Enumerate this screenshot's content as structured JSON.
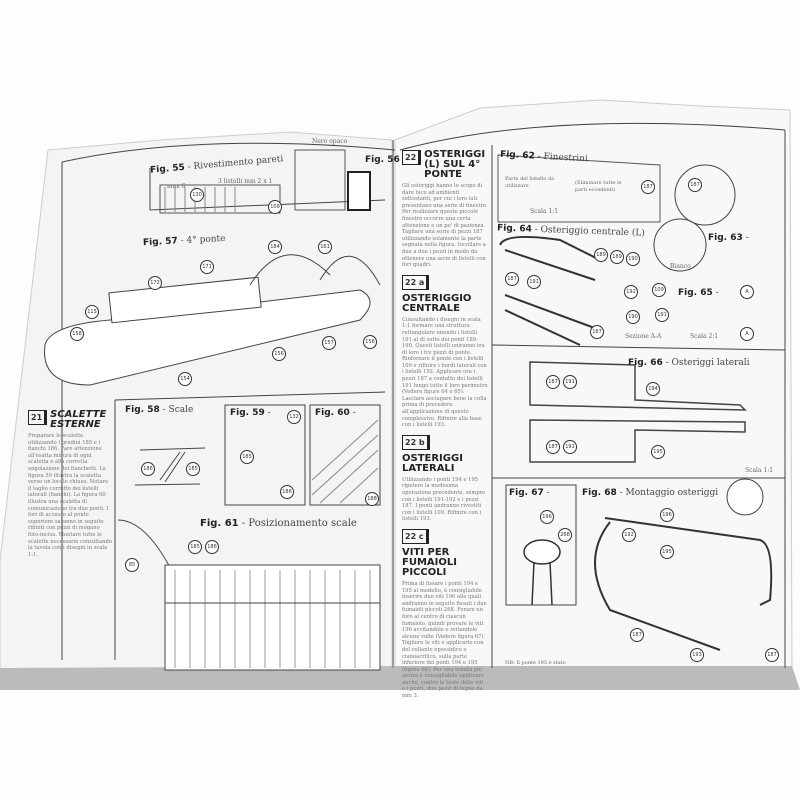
{
  "left_page": {
    "fig55": {
      "label": "Fig. 55",
      "title": "Rivestimento pareti",
      "notes": [
        "max 6",
        "3 listelli mm 2 x 1",
        "Nero opaco"
      ],
      "tags": [
        "130",
        "109"
      ]
    },
    "fig56": {
      "label": "Fig. 56"
    },
    "fig57": {
      "label": "Fig. 57",
      "title": "4° ponte",
      "tags": [
        "184",
        "161",
        "171",
        "172",
        "115",
        "158",
        "156",
        "157",
        "154",
        "156"
      ]
    },
    "section21": {
      "num": "21",
      "title": "SCALETTE ESTERNE",
      "body": "Preparare le scalette utilizzando i gradini 185 e i fianchi 186. Fare attenzione all'esatta misura di ogni scaletta e alla corretta angolazione dei fianchetti. La figura 59 illustra la scaletta verso un locale chiuso. Notare il taglio corretto dei listelli laterali (fianchi). La figura 60 illustra una scaletta di comunicazione tra due ponti. I fori di accesso al ponte superiore saranno in seguito rifiniti con pezzi di mogano foto-incisa. Montare tutte le scalette necessarie consultando la tavola con i disegni in scala 1:1."
    },
    "fig58": {
      "label": "Fig. 58",
      "title": "Scale",
      "tags": [
        "186",
        "185"
      ]
    },
    "fig59": {
      "label": "Fig. 59",
      "tags": [
        "132",
        "185",
        "186"
      ]
    },
    "fig60": {
      "label": "Fig. 60",
      "tags": [
        "188"
      ]
    },
    "fig61": {
      "label": "Fig. 61",
      "title": "Posizionamento scale",
      "tags": [
        "85",
        "185",
        "186"
      ]
    }
  },
  "right_page": {
    "section22": {
      "num": "22",
      "title": "OSTERIGGI (L) SUL 4° PONTE",
      "body": "Gli osteriggi hanno lo scopo di dare luce ad ambienti sottostanti, per cui i loro lati presentano una serie di finestre. Per realizzare queste piccole finestre occorre una certa attenzione e un po' di pazienza. Tagliare una serie di pezzi 187 utilizzando solamente la parte segnata nella figura. Incollare a due a due i pezzi in modo da ottenere una serie di listelli con fori quadri."
    },
    "section22a": {
      "num": "22 a",
      "title": "OSTERIGGIO CENTRALE",
      "body": "Consultando i disegni in scala 1:1 formare una struttura rettangolare unendo i listelli 191 al di sotto dei ponti 189-190. Questi listelli uniranno tra di loro i tre pezzi di ponte. Rinforzare il ponte con i listelli 109 e rifinire i bordi laterali con i listelli 192. Applicare ora i pezzi 187 a contatto dei listelli 191 lungo tutto il loro perimetro (Vedere figure 64 e 65). Lasciare asciugare bene la colla prima di procedere all'applicazione di questo complessivo. Rifinire alla base con i listelli 193."
    },
    "section22b": {
      "num": "22 b",
      "title": "OSTERIGGI LATERALI",
      "body": "Utilizzando i ponti 194 e 195 ripetere la medesima operazione precedente, sempre con i listelli 191-192 e i pezzi 187. I ponti andranno rivestiti con i listelli 109. Rifinire con i listelli 193."
    },
    "section22c": {
      "num": "22 c",
      "title": "VITI PER FUMAIOLI PICCOLI",
      "body": "Prima di fissare i ponti 194 e 195 al modello, è consigliabile inserire due viti 196 alle quali andranno in seguito fissati i due fumaioli piccoli 268. Forare un foro al centro di ciascun fumaiolo, quindi provare le viti 196 avvitandole e svitandole alcune volte (Vedere figura 67). Togliere le viti e applicarle con del collante epossidico o cianoacrilico, sulla parte inferiore dei ponti 194 e 195 (figura 68). Per una tenuta più sicura è consigliabile applicare anche, contro le teste delle viti e i ponti, due pezzi di legno da mm 3."
    },
    "fig62": {
      "label": "Fig. 62",
      "title": "Finestrini",
      "notes": [
        "Parte del listello da utilizzare",
        "(Eliminare tutte le parti eccedenti)",
        "Scala 1:1"
      ],
      "tags": [
        "187"
      ]
    },
    "fig63": {
      "label": "Fig. 63",
      "notes": [
        "Bianco"
      ],
      "tags": [
        "187"
      ]
    },
    "fig64": {
      "label": "Fig. 64",
      "title": "Osteriggio centrale (L)",
      "tags": [
        "189",
        "189",
        "190",
        "191",
        "187",
        "187"
      ]
    },
    "fig65": {
      "label": "Fig. 65",
      "notes": [
        "Sezione A-A",
        "Scala 2:1"
      ],
      "markers": [
        "A",
        "A"
      ],
      "tags": [
        "192",
        "109",
        "190",
        "191"
      ]
    },
    "fig66": {
      "label": "Fig. 66",
      "title": "Osteriggi laterali",
      "notes": [
        "Scala 1:1"
      ],
      "tags": [
        "187",
        "191",
        "194",
        "187",
        "191",
        "195"
      ]
    },
    "fig67": {
      "label": "Fig. 67",
      "tags": [
        "196",
        "268"
      ]
    },
    "fig68": {
      "label": "Fig. 68",
      "title": "Montaggio osteriggi",
      "tags": [
        "196",
        "192",
        "195",
        "187",
        "193",
        "187"
      ]
    },
    "footnote": "NB: Il ponte 195 è stato"
  }
}
